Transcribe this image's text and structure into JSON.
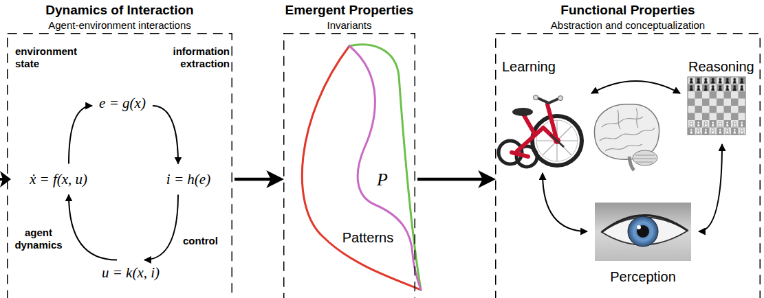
{
  "diagram": {
    "nodes": [
      {
        "text": [
          "Dynamics of Interaction",
          "Agent-environment interactions"
        ]
      },
      {
        "text": [
          "e = g(x)"
        ],
        "in": 0
      },
      {
        "text": [
          "ẋ = f(x, u)"
        ],
        "in": 0
      },
      {
        "text": [
          "i = h(e)"
        ],
        "in": 0
      },
      {
        "text": [
          "u = k(x, i)"
        ],
        "in": 0
      },
      {
        "text": [
          "Emergent Properties",
          "Invariants"
        ]
      },
      {
        "text": [
          "Functional Properties",
          "Abstraction and conceptualization"
        ]
      },
      {
        "text": [
          "Learning"
        ],
        "in": 6
      },
      {
        "text": [
          "Reasoning"
        ],
        "in": 6
      },
      {
        "text": [
          "Perception"
        ],
        "in": 6
      }
    ],
    "edges": [
      {
        "from": 2,
        "to": 1,
        "arrow": "to"
      },
      {
        "from": 1,
        "to": 3,
        "arrow": "to"
      },
      {
        "from": 3,
        "to": 4,
        "arrow": "to"
      },
      {
        "from": 4,
        "to": 2,
        "arrow": "to"
      },
      {
        "from": 0,
        "to": 5,
        "arrow": "to"
      },
      {
        "from": 5,
        "to": 6,
        "arrow": "to"
      },
      {
        "from": 7,
        "to": 8,
        "arrow": "both"
      },
      {
        "from": 7,
        "to": 9,
        "arrow": "both"
      },
      {
        "from": 8,
        "to": 9,
        "arrow": "both"
      }
    ],
    "labels": [
      "environment state",
      "information extraction",
      "agent dynamics",
      "control",
      "P",
      "Patterns"
    ]
  }
}
